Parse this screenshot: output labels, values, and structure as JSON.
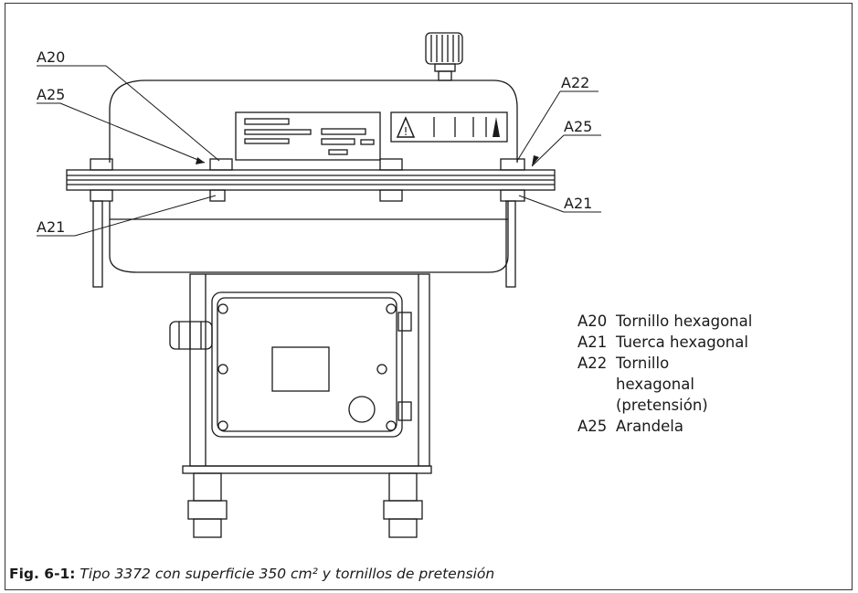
{
  "callouts": {
    "a20_top": "A20",
    "a25_left": "A25",
    "a22": "A22",
    "a25_right": "A25",
    "a21_left": "A21",
    "a21_right": "A21"
  },
  "legend": [
    {
      "code": "A20",
      "text": "Tornillo hexagonal"
    },
    {
      "code": "A21",
      "text": "Tuerca hexagonal"
    },
    {
      "code": "A22",
      "text": "Tornillo hexagonal (pretensión)"
    },
    {
      "code": "A25",
      "text": "Arandela"
    }
  ],
  "caption": {
    "label": "Fig. 6-1:",
    "text": "Tipo 3372 con superficie 350 cm² y tornillos de pretensión"
  },
  "colors": {
    "line": "#1a1a1a",
    "warning_fill": "#1a1a1a"
  }
}
